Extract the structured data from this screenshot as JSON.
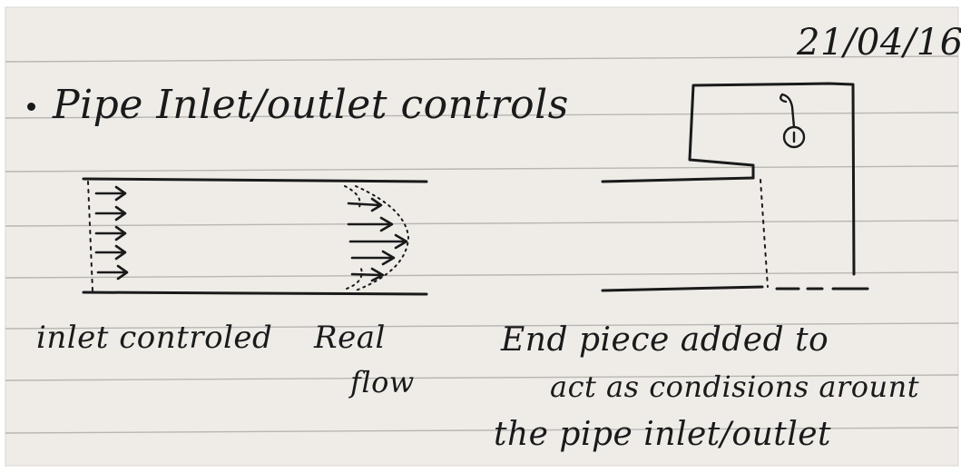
{
  "note": {
    "date": "21/04/16",
    "heading": "Pipe Inlet/outlet controls",
    "diagram_labels": {
      "inlet": "inlet controled",
      "real_flow": [
        "Real",
        "flow"
      ]
    },
    "end_piece_note": [
      "End piece added to",
      "act as condisions arount",
      "the pipe inlet/outlet"
    ]
  },
  "colors": {
    "paper": "#efece8",
    "rule_line": "#b9b6b2",
    "ink": "#1a1a1a",
    "frame": "#f7f7f7"
  }
}
